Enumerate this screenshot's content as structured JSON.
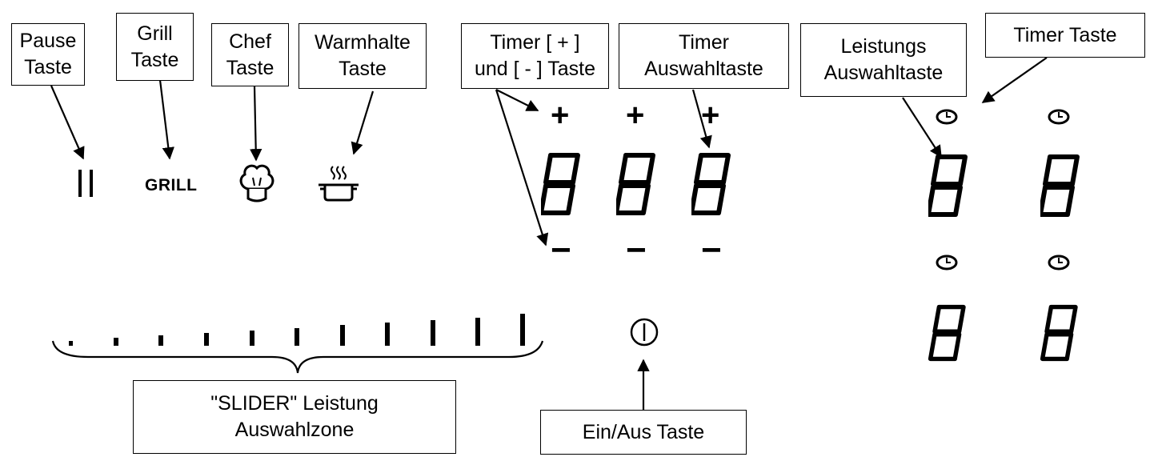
{
  "labels": {
    "pause": "Pause\nTaste",
    "grill": "Grill\nTaste",
    "chef": "Chef\nTaste",
    "warm": "Warmhalte\nTaste",
    "timer_pm": "Timer [ + ]\nund [ - ] Taste",
    "timer_sel": "Timer\nAuswahltaste",
    "power_sel": "Leistungs\nAuswahltaste",
    "timer_key": "Timer Taste",
    "slider": "\"SLIDER\" Leistung\nAuswahlzone",
    "onoff": "Ein/Aus Taste"
  },
  "panel": {
    "grill_text": "GRILL",
    "plus": "+",
    "minus": "−"
  },
  "icons": [
    "pause-icon",
    "chef-hat-icon",
    "warming-pot-icon",
    "clock-icon",
    "power-icon"
  ]
}
